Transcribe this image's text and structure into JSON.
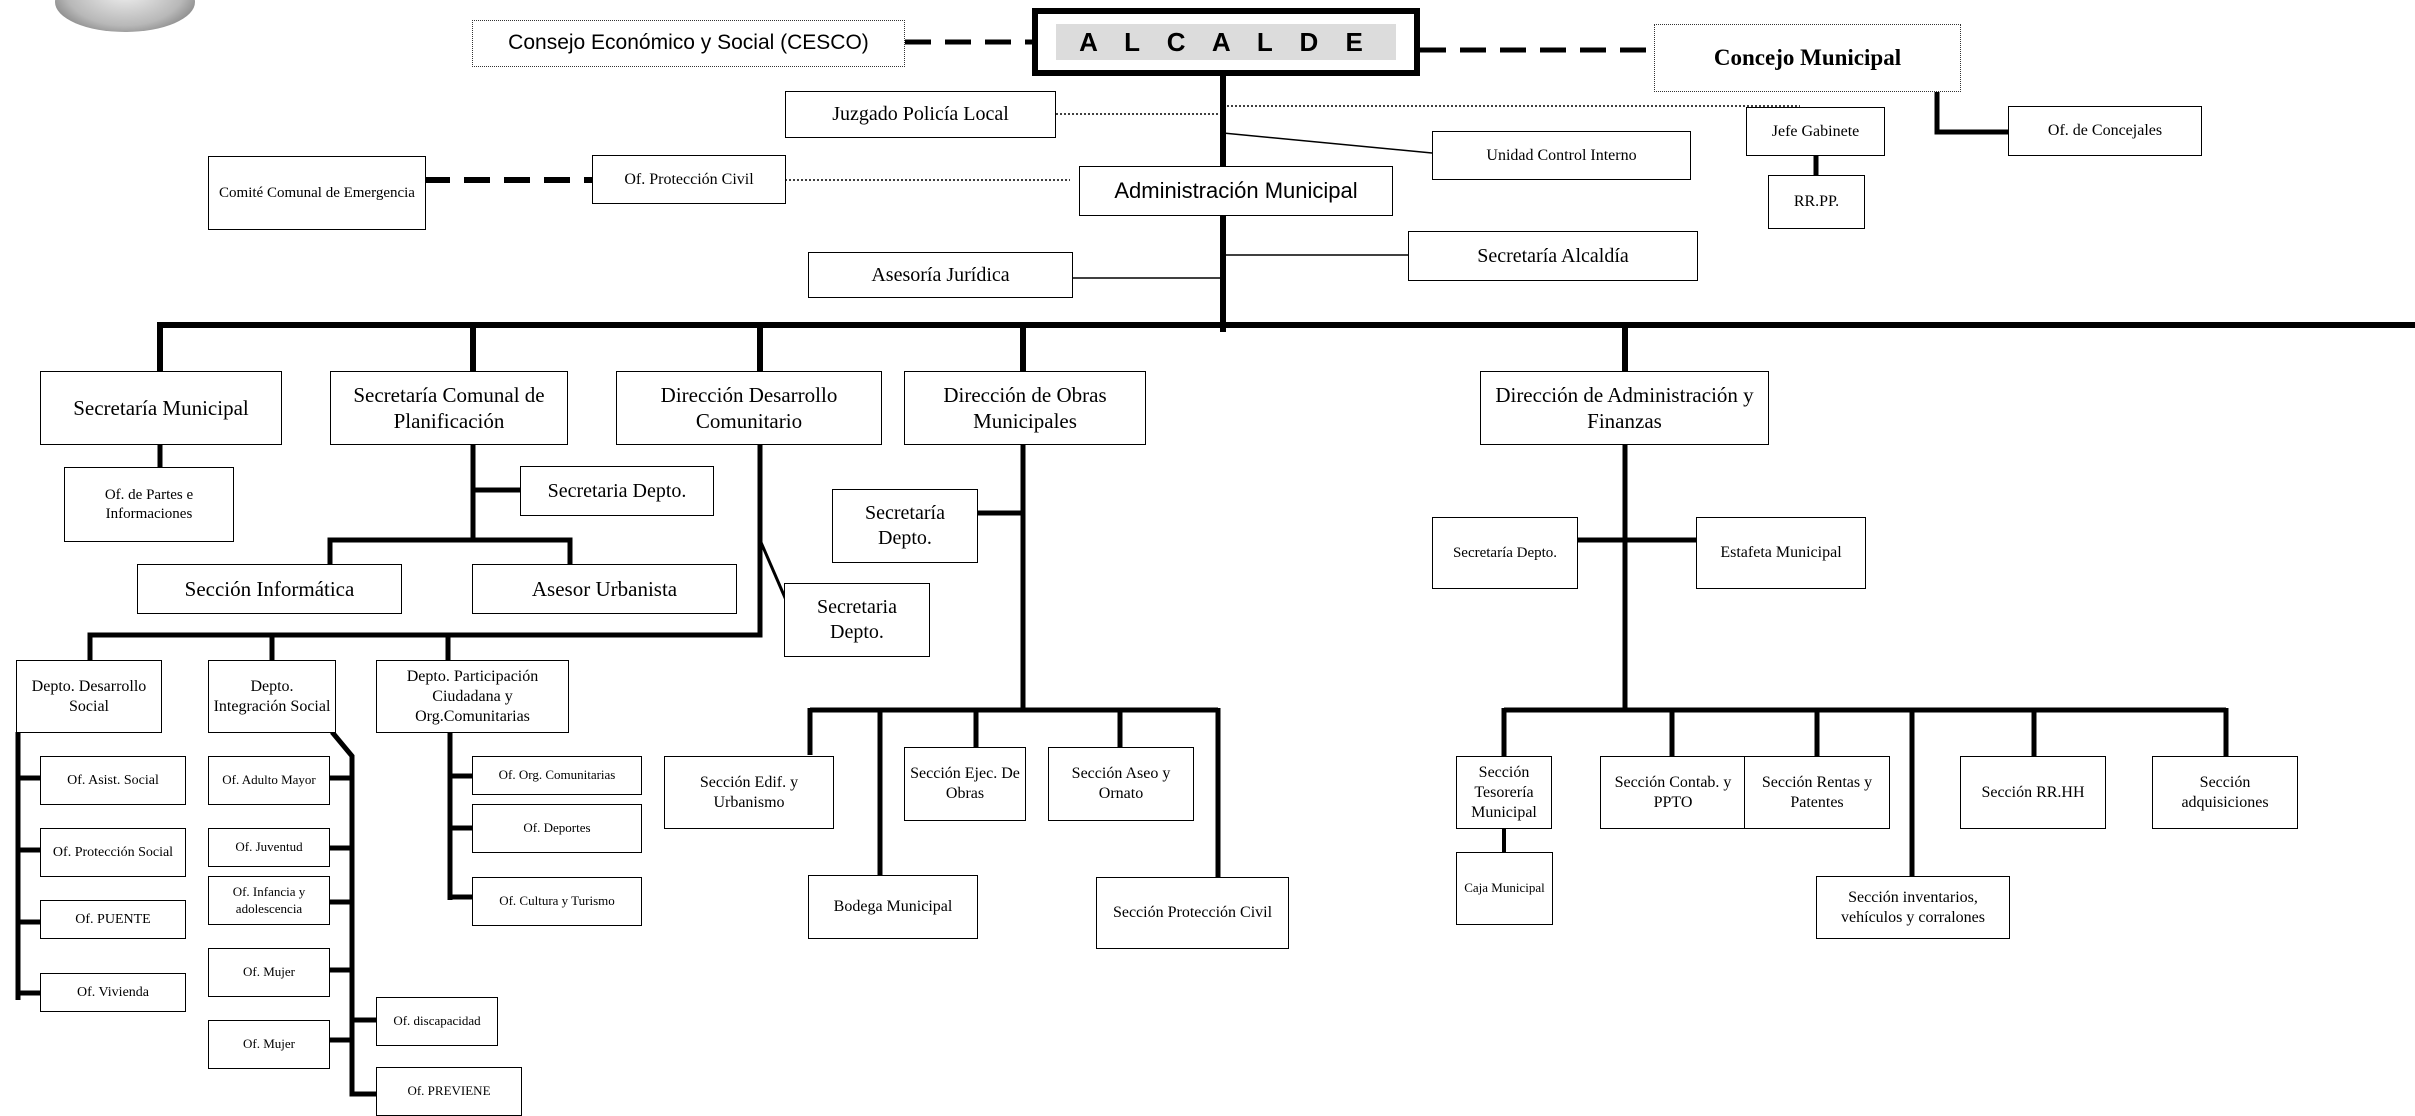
{
  "alcalde": "A L C A L D E",
  "cesco": "Consejo Económico  y  Social  (CESCO)",
  "concejo_municipal": "Concejo Municipal",
  "juzgado": "Juzgado Policía Local",
  "unidad_control_interno": "Unidad Control Interno",
  "jefe_gabinete": "Jefe Gabinete",
  "rrpp": "RR.PP.",
  "of_concejales": "Of. de Concejales",
  "comite_emergencia": "Comité Comunal  de Emergencia",
  "of_proteccion_civil": "Of. Protección Civil",
  "administracion_municipal": "Administración Municipal",
  "asesoria_juridica": "Asesoría Jurídica",
  "secretaria_alcaldia": "Secretaría Alcaldía",
  "secretaria_municipal": "Secretaría Municipal",
  "of_partes": "Of. de Partes e Informaciones",
  "secplan": "Secretaría Comunal de Planificación",
  "secplan_secretaria": "Secretaria Depto.",
  "seccion_informatica": "Sección  Informática",
  "asesor_urbanista": "Asesor Urbanista",
  "dideco": "Dirección Desarrollo Comunitario",
  "dideco_secretaria": "Secretaria Depto.",
  "depto_desarrollo_social": "Depto. Desarrollo Social",
  "depto_integracion_social": "Depto. Integración Social",
  "depto_participacion": "Depto. Participación Ciudadana y Org.Comunitarias",
  "of_asist_social": "Of. Asist.  Social",
  "of_proteccion_social": "Of. Protección Social",
  "of_puente": "Of. PUENTE",
  "of_vivienda": "Of. Vivienda",
  "of_adulto_mayor": "Of. Adulto Mayor",
  "of_juventud": "Of. Juventud",
  "of_infancia": "Of. Infancia y adolescencia",
  "of_mujer_1": "Of. Mujer",
  "of_mujer_2": "Of. Mujer",
  "of_discapacidad": "Of. discapacidad",
  "of_previene": "Of. PREVIENE",
  "of_org_comunitarias": "Of. Org. Comunitarias",
  "of_deportes": "Of. Deportes",
  "of_cultura": "Of. Cultura y Turismo",
  "dom": "Dirección de Obras Municipales",
  "dom_secretaria": "Secretaría Depto.",
  "seccion_edif": "Sección Edif. y Urbanismo",
  "seccion_ejec_obras": "Sección Ejec. De Obras",
  "seccion_aseo": "Sección Aseo y Ornato",
  "bodega_municipal": "Bodega Municipal",
  "seccion_proteccion_civil": "Sección Protección Civil",
  "daf": "Dirección de Administración y Finanzas",
  "daf_secretaria": "Secretaría Depto.",
  "estafeta": "Estafeta Municipal",
  "seccion_tesoreria": "Sección Tesorería Municipal",
  "caja_municipal": "Caja Municipal",
  "seccion_contab": "Sección Contab. y PPTO",
  "seccion_rentas": "Sección Rentas y Patentes",
  "seccion_rrhh": "Sección RR.HH",
  "seccion_adquisiciones": "Sección adquisiciones",
  "seccion_inventarios": "Sección inventarios, vehículos y corralones"
}
